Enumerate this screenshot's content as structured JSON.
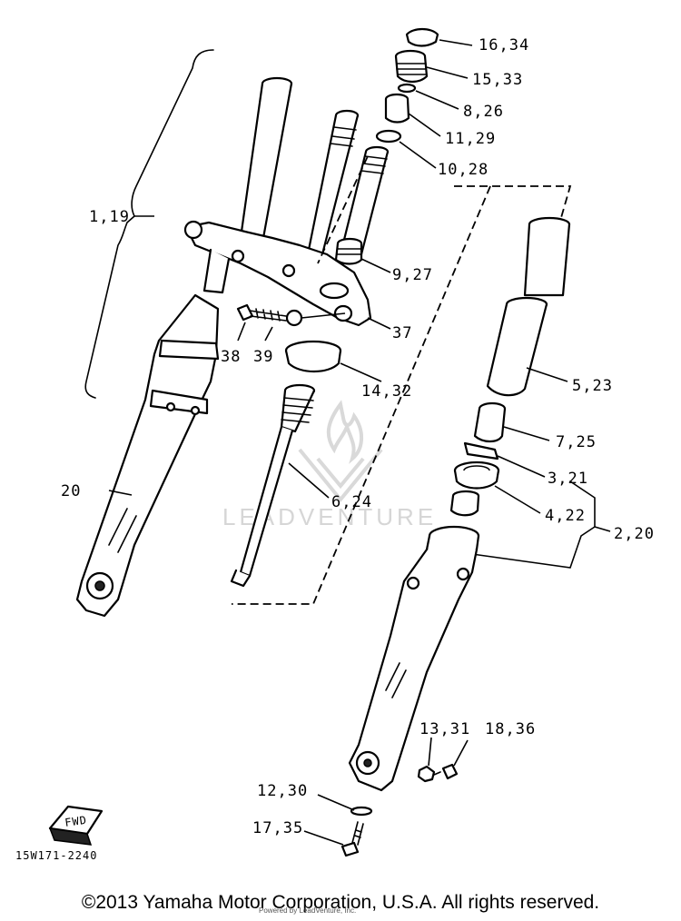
{
  "diagram": {
    "part_code": "15W171-2240",
    "callouts": {
      "c_16_34": "16,34",
      "c_15_33": "15,33",
      "c_8_26": "8,26",
      "c_11_29": "11,29",
      "c_10_28": "10,28",
      "c_1_19": "1,19",
      "c_9_27": "9,27",
      "c_37": "37",
      "c_38": "38",
      "c_39": "39",
      "c_14_32": "14,32",
      "c_5_23": "5,23",
      "c_7_25": "7,25",
      "c_3_21": "3,21",
      "c_4_22": "4,22",
      "c_2_20": "2,20",
      "c_20": "20",
      "c_6_24": "6,24",
      "c_13_31": "13,31",
      "c_18_36": "18,36",
      "c_12_30": "12,30",
      "c_17_35": "17,35"
    },
    "front_marker": "FWD",
    "watermark": "LEADVENTURE"
  },
  "footer": {
    "copyright": "©2013 Yamaha Motor Corporation, U.S.A. All rights reserved.",
    "overlay": "Powered by LeadVenture, Inc."
  }
}
